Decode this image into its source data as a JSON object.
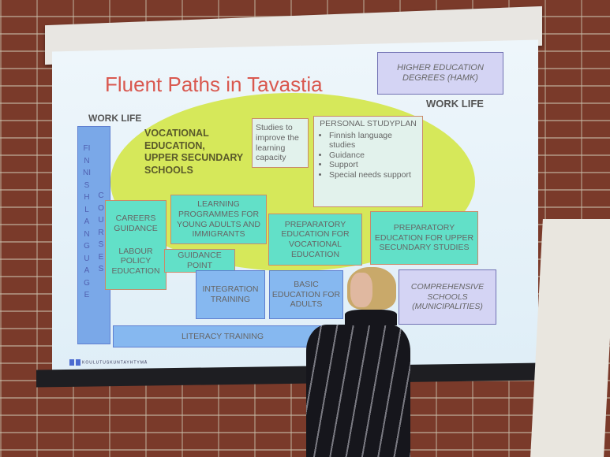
{
  "slide": {
    "title": "Fluent Paths in Tavastia",
    "higher_education": "HIGHER EDUCATION DEGREES (HAMK)",
    "work_life_right": "WORK LIFE",
    "work_life_left": "WORK LIFE",
    "vocational": [
      "VOCATIONAL",
      "EDUCATION,",
      "UPPER SECUNDARY",
      "SCHOOLS"
    ],
    "studies_box": "Studies to improve the learning capacity",
    "personal_studyplan": {
      "heading": "PERSONAL STUDYPLAN",
      "items": [
        "Finnish language studies",
        "Guidance",
        "Support",
        "Special needs support"
      ]
    },
    "finnish_courses": {
      "left": "FINNISH LANGUAGE",
      "right": "COURSES"
    },
    "careers_guidance": "CAREERS GUIDANCE",
    "labour_policy": "LABOUR POLICY EDUCATION",
    "learning_programmes": "LEARNING PROGRAMMES FOR YOUNG ADULTS AND IMMIGRANTS",
    "guidance_point": "GUIDANCE POINT",
    "prep_vocational": "PREPARATORY EDUCATION FOR VOCATIONAL EDUCATION",
    "prep_upper": "PREPARATORY EDUCATION FOR UPPER SECUNDARY STUDIES",
    "integration": "INTEGRATION TRAINING",
    "basic_education": "BASIC EDUCATION FOR ADULTS",
    "comprehensive": "COMPREHENSIVE SCHOOLS (MUNICIPALITIES)",
    "literacy": "LITERACY TRAINING",
    "logo_text": "KOULUTUSKUNTAYHTYMÄ"
  }
}
